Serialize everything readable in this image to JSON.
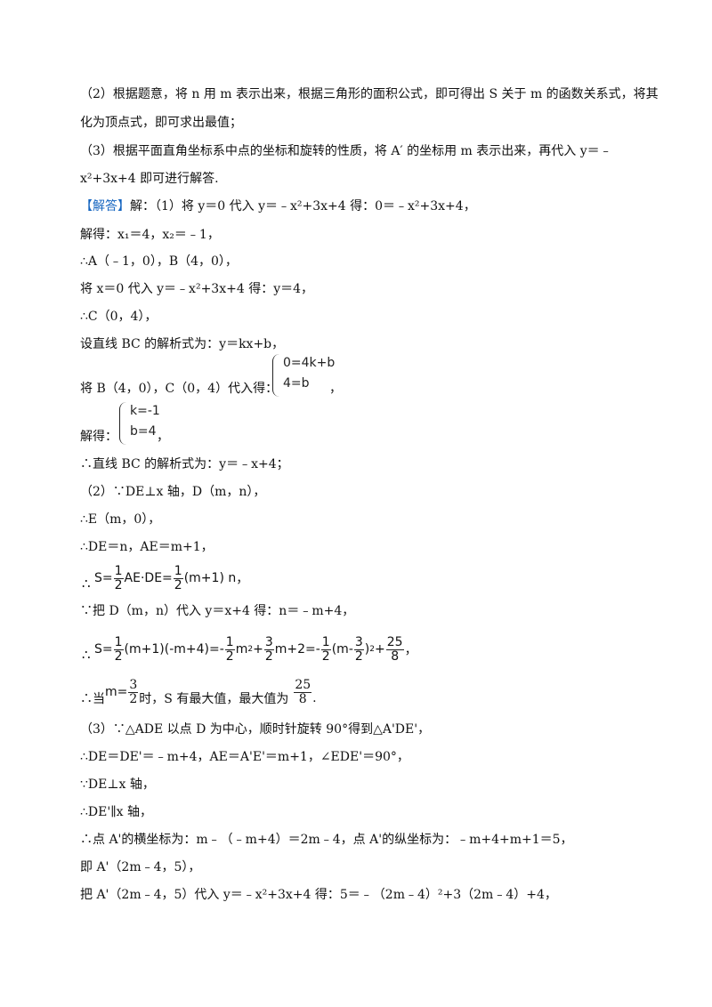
{
  "lines": {
    "l1": "（2）根据题意，将 n 用 m 表示出来，根据三角形的面积公式，即可得出 S 关于 m 的函数关系式，将其",
    "l2": "化为顶点式，即可求出最值；",
    "l3": "（3）根据平面直角坐标系中点的坐标和旋转的性质，将 A′ 的坐标用 m 表示出来，再代入 y＝﹣",
    "l4": "x²+3x+4 即可进行解答.",
    "l5_tag": "【解答】",
    "l5": "解：（1）将 y＝0 代入 y＝﹣x²+3x+4 得：0＝﹣x²+3x+4，",
    "l6": "解得：x₁＝4，x₂＝﹣1，",
    "l7": "∴A（﹣1，0），B（4，0），",
    "l8": "将 x＝0 代入 y＝﹣x²+3x+4 得：y＝4，",
    "l9": "∴C（0，4），",
    "l10": "设直线 BC 的解析式为：y＝kx+b，",
    "l11": "将 B（4，0），C（0，4）代入得：",
    "l11_end": "，",
    "sys1_r1": "0=4k+b",
    "sys1_r2": "4=b",
    "l12": "解得：",
    "l12_end": "，",
    "sys2_r1": "k=-1",
    "sys2_r2": "b=4",
    "l13": "∴直线 BC 的解析式为：y＝﹣x+4；",
    "l14": "（2）∵DE⊥x 轴，D（m，n），",
    "l15": "∴E（m，0），",
    "l16": "∴DE＝n，AE＝m+1，",
    "f1_s": "S=",
    "f1_mid": "AE·DE=",
    "f1_end": "(m+1) n",
    "f1_tail": "，",
    "one": "1",
    "two": "2",
    "l18": "∵把 D（m，n）代入 y＝x+4 得：n＝﹣m+4，",
    "f2_s": "S=",
    "f2_a": "(m+1)(-m+4)=-",
    "f2_b": "m",
    "f2_c": "+",
    "f2_d": "m+2=-",
    "f2_e": "(m-",
    "f2_f": ")",
    "f2_g": "+",
    "f2_tail": "，",
    "sq": "2",
    "three": "3",
    "n25": "25",
    "d8": "8",
    "l20_a": "∴当",
    "l20_m": "m=",
    "l20_b": "时，S 有最大值，最大值为",
    "l20_end": ".",
    "therefore": "∴",
    "l21": "（3）∵△ADE 以点 D 为中心，顺时针旋转 90°得到△A'DE'，",
    "l22": "∴DE＝DE'＝﹣m+4，AE＝A'E'＝m+1，∠EDE'＝90°，",
    "l23": "∵DE⊥x 轴，",
    "l24": "∴DE'∥x 轴，",
    "l25": "∴点 A'的横坐标为：m﹣（﹣m+4）＝2m﹣4，点 A'的纵坐标为：﹣m+4+m+1＝5，",
    "l26": "即 A'（2m﹣4，5），",
    "l27": "把 A'（2m﹣4，5）代入 y＝﹣x²+3x+4 得：5＝﹣（2m﹣4）²+3（2m﹣4）+4，"
  }
}
